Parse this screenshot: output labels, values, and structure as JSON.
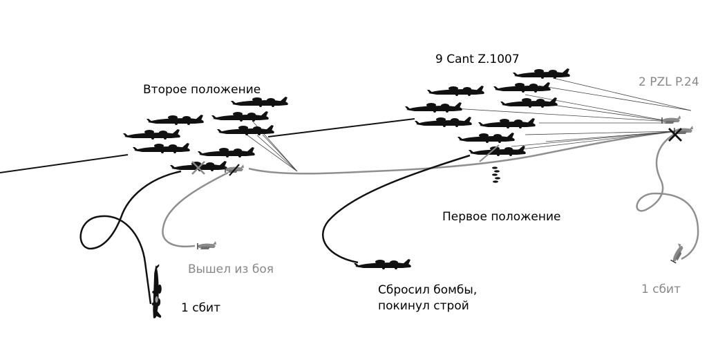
{
  "labels": {
    "second_position": "Второе положение",
    "bombers": "9 Cant Z.1007",
    "fighters": "2 PZL P.24",
    "first_position": "Первое положение",
    "left_combat": "Вышел из боя",
    "shot_down_left": "1 сбит",
    "dropped_line1": "Сбросил бомбы,",
    "dropped_line2": "покинул строй",
    "shot_down_right": "1 сбит"
  },
  "colors": {
    "bomber": "#111111",
    "fighter": "#8a8a8a",
    "track_dark": "#111111",
    "track_grey": "#8f8f8f",
    "label_dark": "#000000",
    "label_grey": "#888888"
  },
  "icons": [
    "bomber-silhouette-icon",
    "fighter-silhouette-icon",
    "shot-down-cross-icon",
    "falling-bombs-icon"
  ]
}
